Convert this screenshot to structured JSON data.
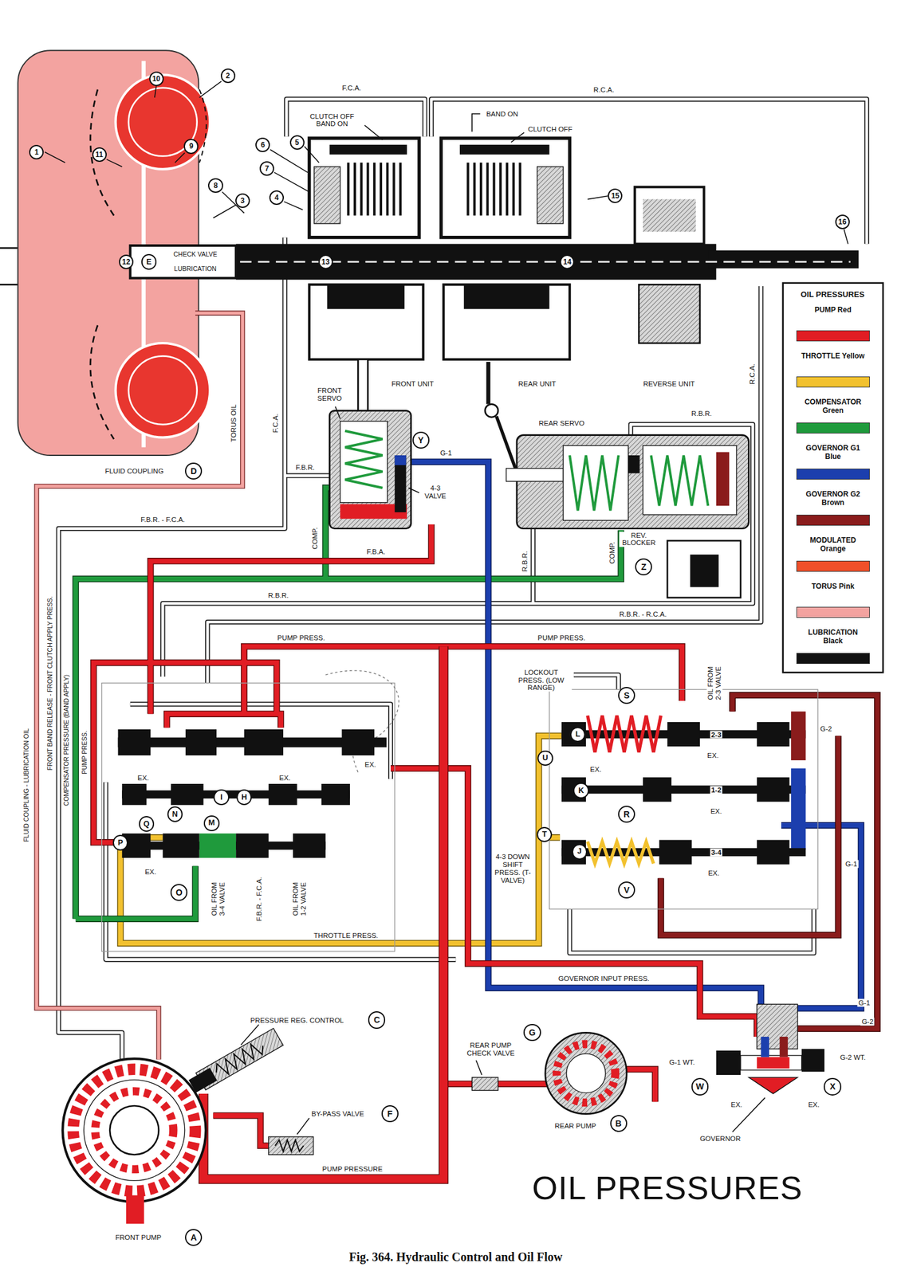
{
  "diagram": {
    "title": "OIL PRESSURES",
    "caption": "Fig. 364. Hydraulic Control and Oil Flow",
    "nodes": [
      {
        "text": [
          "10"
        ]
      },
      {
        "text": [
          "2"
        ]
      },
      {
        "text": [
          "6"
        ]
      },
      {
        "text": [
          "5"
        ]
      },
      {
        "text": [
          "1"
        ]
      },
      {
        "text": [
          "11"
        ]
      },
      {
        "text": [
          "9"
        ]
      },
      {
        "text": [
          "7"
        ]
      },
      {
        "text": [
          "8"
        ]
      },
      {
        "text": [
          "4"
        ]
      },
      {
        "text": [
          "3"
        ]
      },
      {
        "text": [
          "15"
        ]
      },
      {
        "text": [
          "16"
        ]
      },
      {
        "text": [
          "13"
        ]
      },
      {
        "text": [
          "14"
        ]
      },
      {
        "text": [
          "E"
        ]
      },
      {
        "text": [
          "12"
        ]
      },
      {
        "text": [
          "Y"
        ]
      },
      {
        "text": [
          "D"
        ]
      },
      {
        "text": [
          "Z"
        ]
      },
      {
        "text": [
          "S"
        ]
      },
      {
        "text": [
          "L"
        ]
      },
      {
        "text": [
          "U"
        ]
      },
      {
        "text": [
          "I"
        ]
      },
      {
        "text": [
          "H"
        ]
      },
      {
        "text": [
          "K"
        ]
      },
      {
        "text": [
          "N"
        ]
      },
      {
        "text": [
          "R"
        ]
      },
      {
        "text": [
          "M"
        ]
      },
      {
        "text": [
          "Q"
        ]
      },
      {
        "text": [
          "T"
        ]
      },
      {
        "text": [
          "P"
        ]
      },
      {
        "text": [
          "J"
        ]
      },
      {
        "text": [
          "V"
        ]
      },
      {
        "text": [
          "O"
        ]
      },
      {
        "text": [
          "C"
        ]
      },
      {
        "text": [
          "G"
        ]
      },
      {
        "text": [
          "W"
        ]
      },
      {
        "text": [
          "X"
        ]
      },
      {
        "text": [
          "F"
        ]
      },
      {
        "text": [
          "B"
        ]
      },
      {
        "text": [
          "A"
        ]
      }
    ],
    "labels": [
      "F.C.A.",
      "R.C.A.",
      "CLUTCH OFF BAND ON",
      "BAND ON",
      "CLUTCH OFF",
      "CHECK VALVE",
      "LUBRICATION",
      "FRONT UNIT",
      "REAR UNIT",
      "REVERSE UNIT",
      "FRONT SERVO",
      "REAR SERVO",
      "R.B.R.",
      "G-1",
      "4-3 VALVE",
      "TORUS OIL",
      "F.C.A.",
      "F.B.R.",
      "F.B.R. - F.C.A.",
      "F.B.A.",
      "COMP.",
      "R.B.R.",
      "COMP.",
      "REV. BLOCKER",
      "R.C.A.",
      "R.B.R.",
      "R.B.R. - R.C.A.",
      "PUMP PRESS.",
      "PUMP PRESS.",
      "LOCKOUT PRESS. (LOW RANGE)",
      "OIL FROM 2-3 VALVE",
      "2-3",
      "EX.",
      "EX.",
      "1-2",
      "EX.",
      "3-4",
      "EX.",
      "G-2",
      "G-1",
      "4-3 DOWN SHIFT PRESS. (T-VALVE)",
      "PUMP PRESS.",
      "COMPENSATOR PRESSURE (BAND APPLY)",
      "FRONT BAND RELEASE - FRONT CLUTCH APPLY PRESS.",
      "FLUID COUPLING - LUBRICATION OIL",
      "EX.",
      "EX.",
      "EX.",
      "EX.",
      "OIL FROM 3-4 VALVE",
      "F.B.R. - F.C.A.",
      "OIL FROM 1-2 VALVE",
      "THROTTLE PRESS.",
      "GOVERNOR INPUT PRESS.",
      "G-1",
      "G-2",
      "PRESSURE REG. CONTROL",
      "BY-PASS VALVE",
      "REAR PUMP CHECK VALVE",
      "REAR PUMP",
      "FRONT PUMP",
      "FLUID COUPLING",
      "PUMP PRESSURE",
      "G-1 WT.",
      "G-2 WT.",
      "EX.",
      "EX.",
      "GOVERNOR",
      "OIL PRESSURES"
    ],
    "legend": [
      {
        "text": "PUMP Red",
        "color": "#e11d24"
      },
      {
        "text": "THROTTLE Yellow",
        "color": "#f2c12e"
      },
      {
        "text": "COMPENSATOR Green",
        "color": "#1f9a3c"
      },
      {
        "text": "GOVERNOR G1 Blue",
        "color": "#1c3fae"
      },
      {
        "text": "GOVERNOR G2 Brown",
        "color": "#8a1c1c"
      },
      {
        "text": "MODULATED Orange",
        "color": "#f0502a"
      },
      {
        "text": "TORUS Pink",
        "color": "#f3a3a0"
      },
      {
        "text": "LUBRICATION Black",
        "color": "#111111"
      }
    ]
  }
}
